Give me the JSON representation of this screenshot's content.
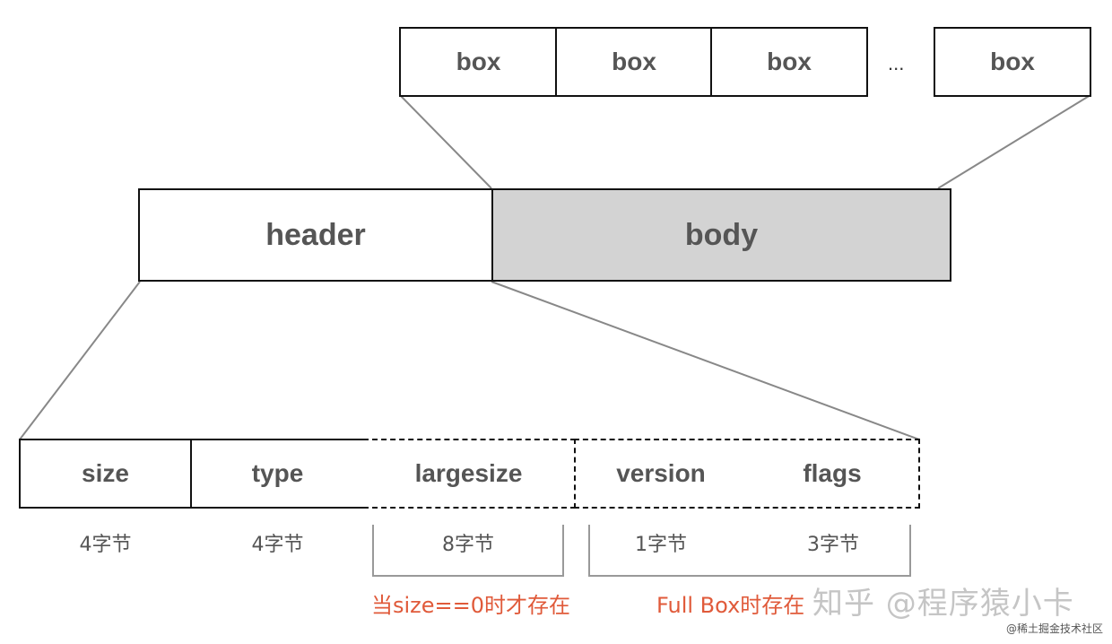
{
  "top_row": {
    "boxes": [
      "box",
      "box",
      "box",
      "box"
    ],
    "ellipsis": "..."
  },
  "middle_row": {
    "header": "header",
    "body": "body"
  },
  "bottom_row": {
    "fields": [
      "size",
      "type",
      "largesize",
      "version",
      "flags"
    ],
    "byte_labels": [
      "4字节",
      "4字节",
      "8字节",
      "1字节",
      "3字节"
    ]
  },
  "notes": {
    "largesize_condition": "当size==0时才存在",
    "fullbox_condition": "Full Box时存在"
  },
  "watermarks": {
    "zhihu": "知乎 @程序猿小卡",
    "juejin": "@稀土掘金技术社区"
  },
  "colors": {
    "note_red": "#e05a3a",
    "body_gray": "#d3d3d3",
    "text_gray": "#555555"
  }
}
